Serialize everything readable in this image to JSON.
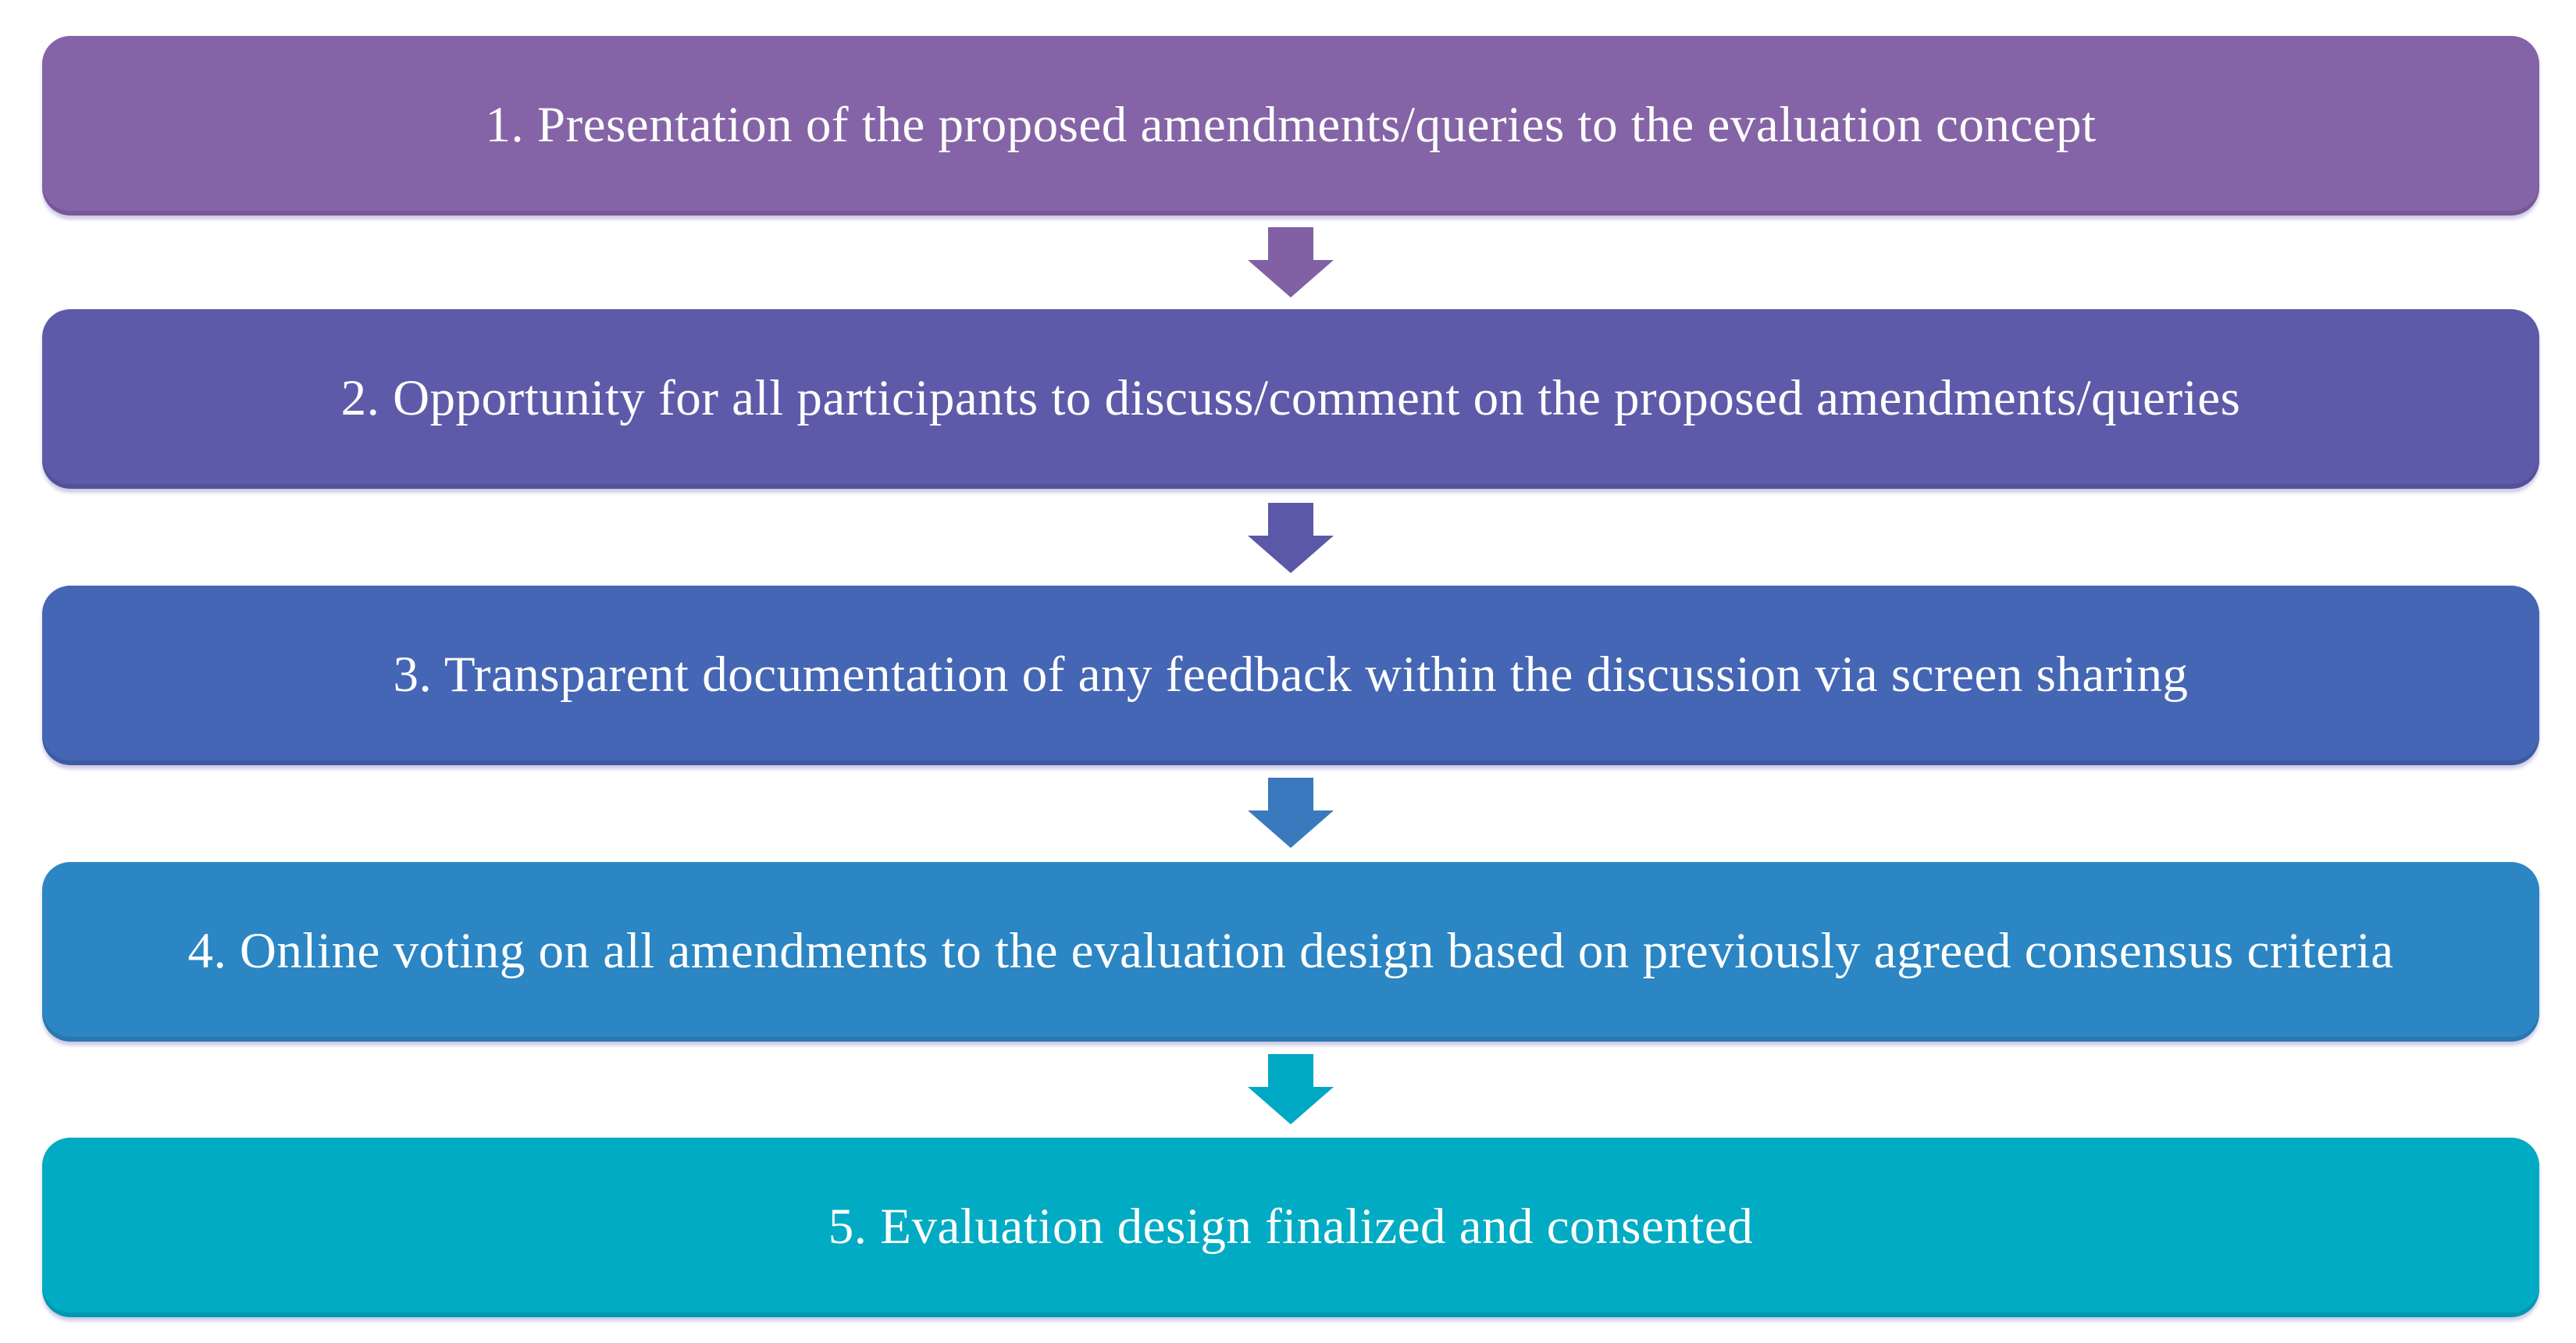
{
  "diagram": {
    "type": "flowchart",
    "direction": "top-down",
    "background_color": "#FFFFFF",
    "text_color": "#FFFFFF",
    "steps": [
      {
        "id": 1,
        "label": "1. Presentation of the proposed amendments/queries to the evaluation concept",
        "fill_color": "#8464A6",
        "arrow_below_color": "#8161A4"
      },
      {
        "id": 2,
        "label": "2. Opportunity for all participants to discuss/comment on the proposed amendments/queries",
        "fill_color": "#5D5BA9",
        "arrow_below_color": "#5B58A8"
      },
      {
        "id": 3,
        "label": "3. Transparent documentation of any feedback within the discussion via screen sharing",
        "fill_color": "#4466B4",
        "arrow_below_color": "#3A79BE"
      },
      {
        "id": 4,
        "label": "4. Online voting on all amendments to the evaluation design based on previously agreed consensus criteria",
        "fill_color": "#2B86C3",
        "arrow_below_color": "#00A9C3"
      },
      {
        "id": 5,
        "label": "5. Evaluation design finalized and consented",
        "fill_color": "#00ABC3",
        "arrow_below_color": null
      }
    ]
  }
}
